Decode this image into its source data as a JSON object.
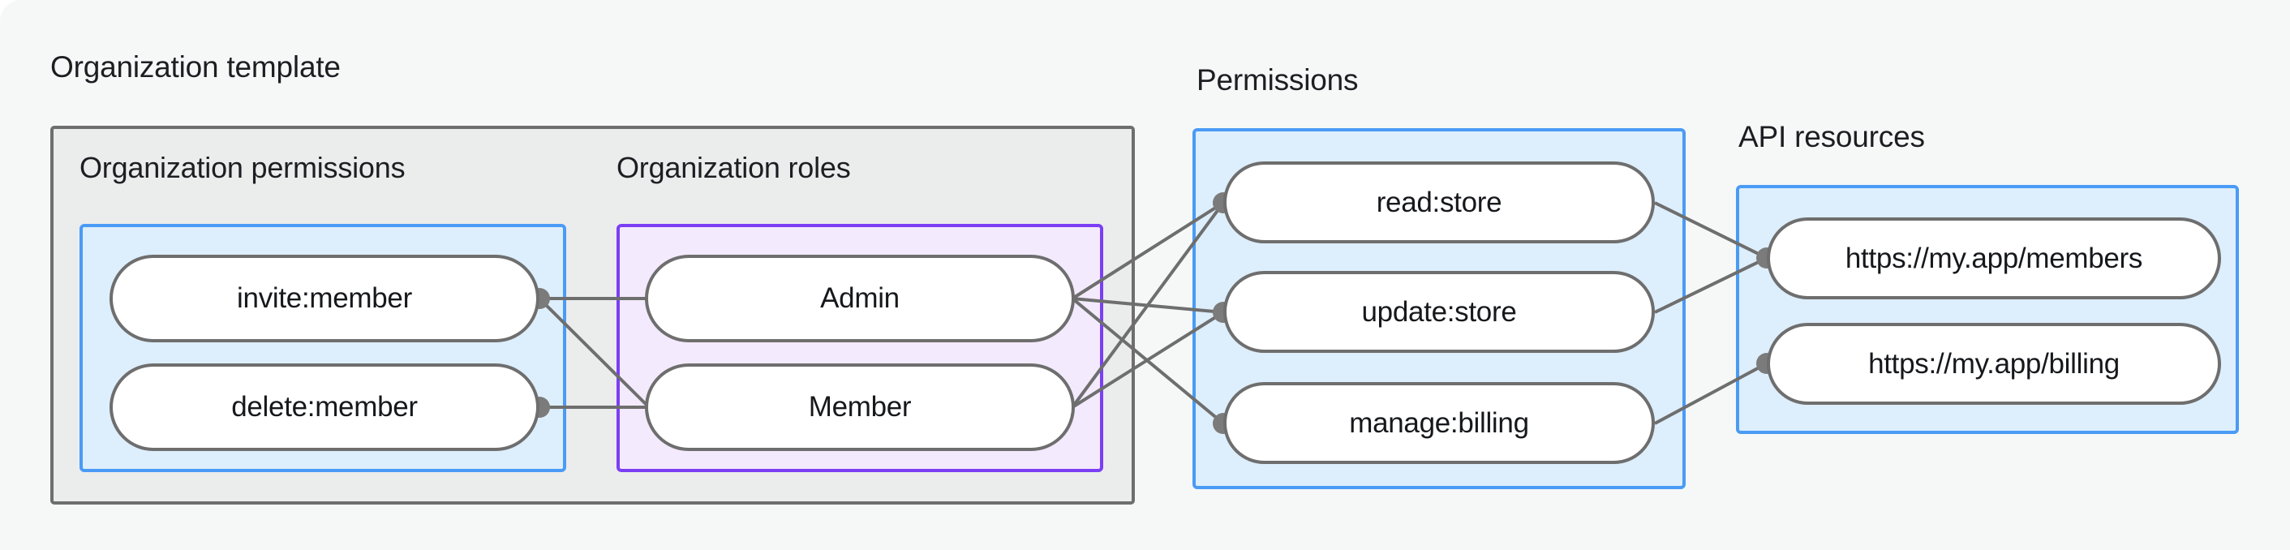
{
  "diagram": {
    "title_org_template": "Organization template",
    "title_permissions": "Permissions",
    "title_api_resources": "API resources",
    "subtitle_org_permissions": "Organization permissions",
    "subtitle_org_roles": "Organization roles",
    "colors": {
      "background": "#f6f8f8",
      "gray_box_fill": "#ebecec",
      "gray_box_border": "#6e6e6e",
      "blue_box_fill": "#ddeefc",
      "blue_box_border": "#4a9bf5",
      "purple_box_fill": "#f3eafd",
      "purple_box_border": "#7c3ef5",
      "node_fill": "#ffffff",
      "node_border": "#6e6e6e",
      "edge_stroke": "#6e6e6e",
      "edge_dot": "#7b7b7b",
      "text": "#1c1e21"
    },
    "org_permissions": [
      {
        "label": "invite:member"
      },
      {
        "label": "delete:member"
      }
    ],
    "org_roles": [
      {
        "label": "Admin"
      },
      {
        "label": "Member"
      }
    ],
    "permissions": [
      {
        "label": "read:store"
      },
      {
        "label": "update:store"
      },
      {
        "label": "manage:billing"
      }
    ],
    "api_resources": [
      {
        "label": "https://my.app/members"
      },
      {
        "label": "https://my.app/billing"
      }
    ],
    "edges": [
      {
        "from": "invite:member",
        "to": "Admin"
      },
      {
        "from": "invite:member",
        "to": "Member"
      },
      {
        "from": "delete:member",
        "to": "Member"
      },
      {
        "from": "Admin",
        "to": "read:store"
      },
      {
        "from": "Admin",
        "to": "update:store"
      },
      {
        "from": "Admin",
        "to": "manage:billing"
      },
      {
        "from": "Member",
        "to": "read:store"
      },
      {
        "from": "Member",
        "to": "update:store"
      },
      {
        "from": "read:store",
        "to": "https://my.app/members"
      },
      {
        "from": "update:store",
        "to": "https://my.app/members"
      },
      {
        "from": "manage:billing",
        "to": "https://my.app/billing"
      }
    ]
  }
}
